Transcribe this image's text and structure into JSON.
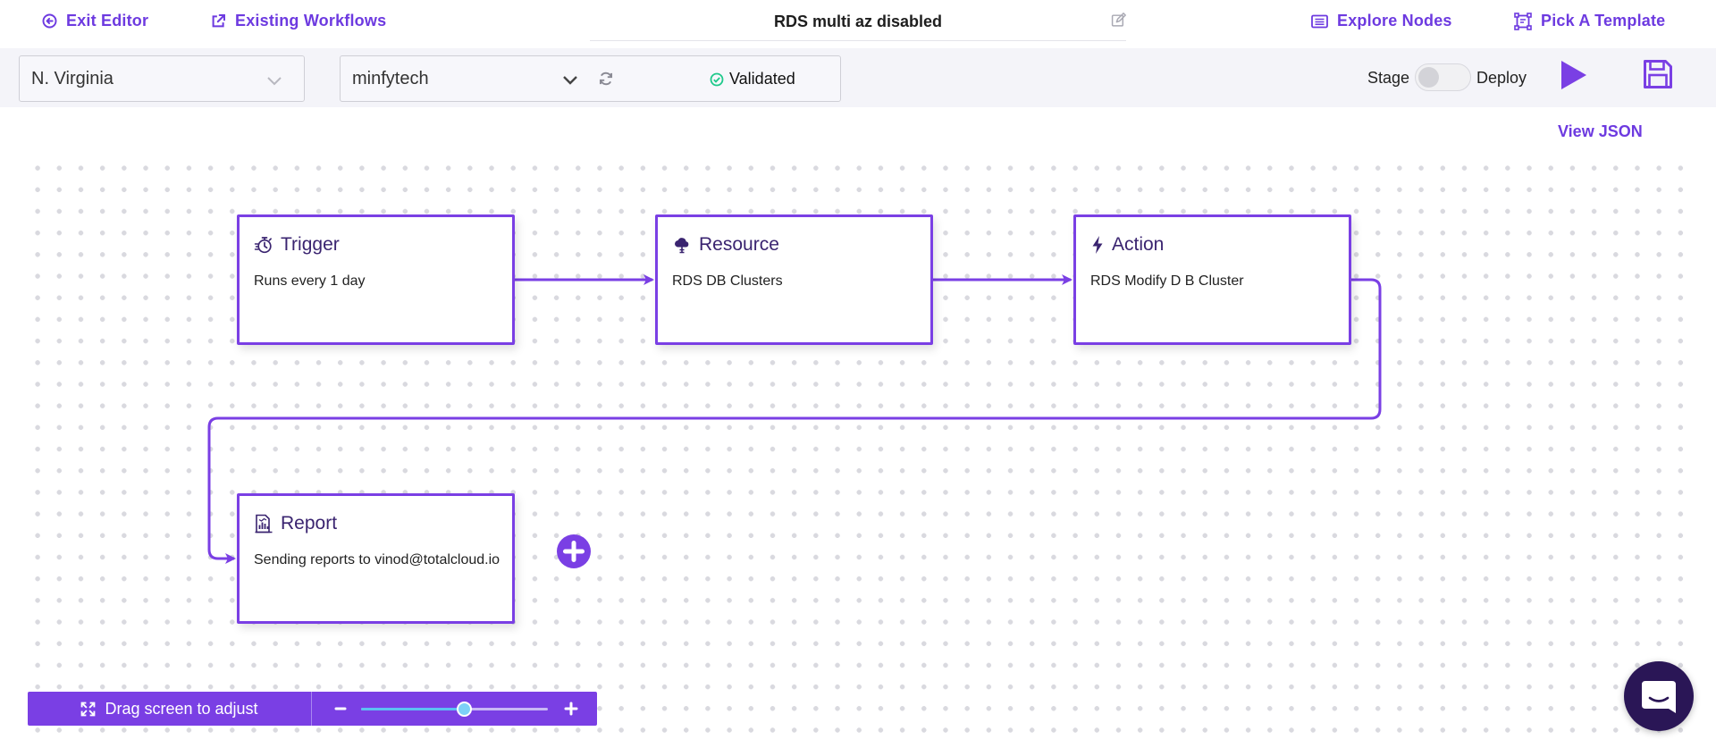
{
  "nav": {
    "exit_editor": "Exit Editor",
    "existing_workflows": "Existing Workflows",
    "workflow_title": "RDS multi az disabled",
    "explore_nodes": "Explore Nodes",
    "pick_template": "Pick A Template"
  },
  "toolbar": {
    "region": "N. Virginia",
    "account": "minfytech",
    "status": "Validated",
    "stage_label": "Stage",
    "deploy_label": "Deploy",
    "deploy_enabled": false
  },
  "canvas": {
    "view_json": "View JSON",
    "nodes": [
      {
        "type": "trigger",
        "title": "Trigger",
        "body": "Runs every 1 day",
        "icon": "stopwatch-icon"
      },
      {
        "type": "resource",
        "title": "Resource",
        "body": "RDS DB Clusters",
        "icon": "cloud-icon"
      },
      {
        "type": "action",
        "title": "Action",
        "body": "RDS Modify D B Cluster",
        "icon": "lightning-icon"
      },
      {
        "type": "report",
        "title": "Report",
        "body": "Sending reports to vinod@totalcloud.io",
        "icon": "report-icon"
      }
    ]
  },
  "controls": {
    "drag_hint": "Drag screen to adjust",
    "zoom_level": 0.55
  },
  "colors": {
    "accent": "#7a3fe4",
    "status_ok": "#1ec98a",
    "chat": "#2a1656"
  }
}
